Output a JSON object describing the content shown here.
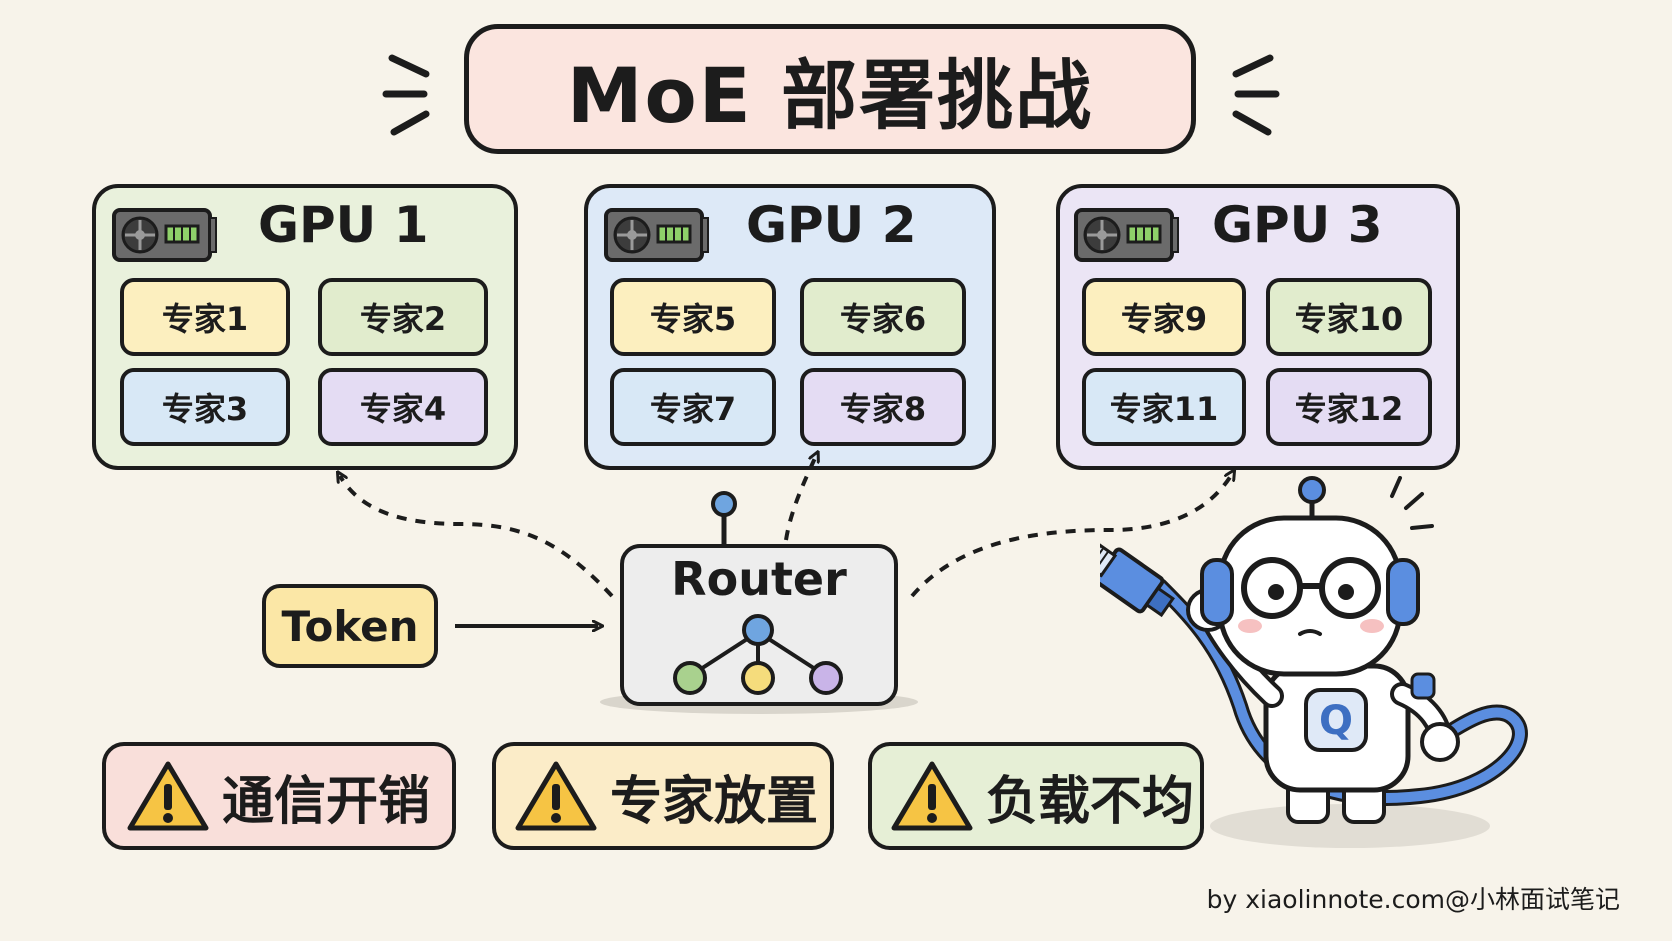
{
  "title": "MoE 部署挑战",
  "gpus": [
    {
      "label": "GPU 1",
      "experts": [
        "专家1",
        "专家2",
        "专家3",
        "专家4"
      ],
      "panel_color": "#e9f1dc"
    },
    {
      "label": "GPU 2",
      "experts": [
        "专家5",
        "专家6",
        "专家7",
        "专家8"
      ],
      "panel_color": "#dde9f7"
    },
    {
      "label": "GPU 3",
      "experts": [
        "专家9",
        "专家10",
        "专家11",
        "专家12"
      ],
      "panel_color": "#ebe5f5"
    }
  ],
  "expert_colors": [
    "#fcefbf",
    "#e1eccd",
    "#d8e8f6",
    "#e4dcf3"
  ],
  "token_label": "Token",
  "router_label": "Router",
  "router_node_colors": [
    "#6fa5e0",
    "#a9d18e",
    "#f5dc7c",
    "#c9b4e8"
  ],
  "warnings": [
    {
      "label": "通信开销",
      "color": "#f9dfda"
    },
    {
      "label": "专家放置",
      "color": "#fbecc8"
    },
    {
      "label": "负载不均",
      "color": "#e6efd6"
    }
  ],
  "mascot_badge": "Q",
  "footer": "by xiaolinnote.com@小林面试笔记",
  "icons": [
    "gpu-card-icon",
    "warning-icon",
    "robot-mascot",
    "ethernet-plug-icon"
  ]
}
